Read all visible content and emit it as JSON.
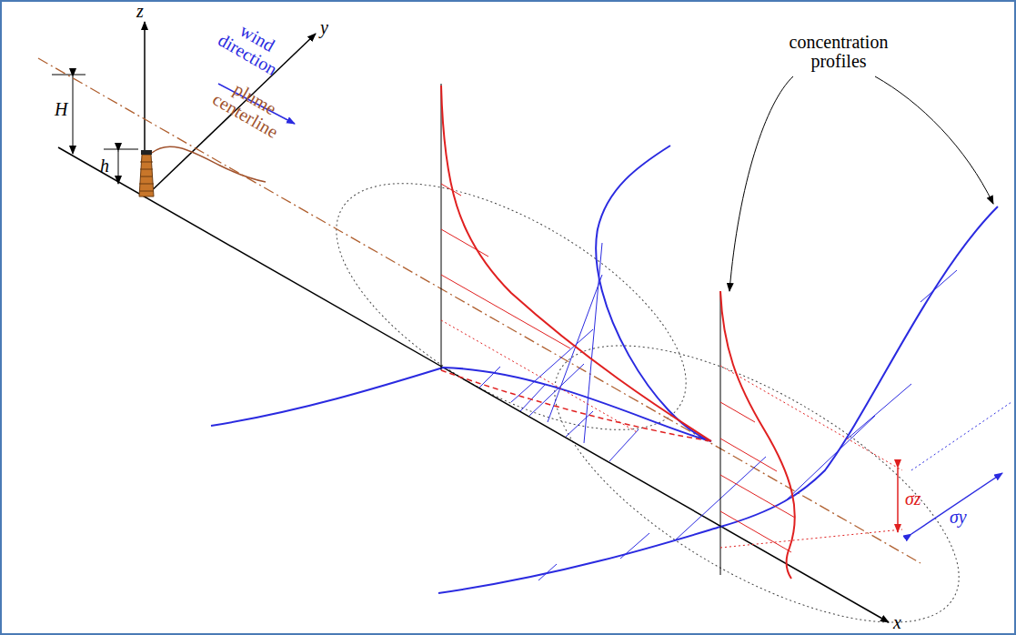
{
  "diagram": {
    "labels": [
      "z",
      "wind direction",
      "y",
      "H",
      "h",
      "plume centerline",
      "concentration profiles",
      "σz",
      "σy",
      "x"
    ]
  }
}
